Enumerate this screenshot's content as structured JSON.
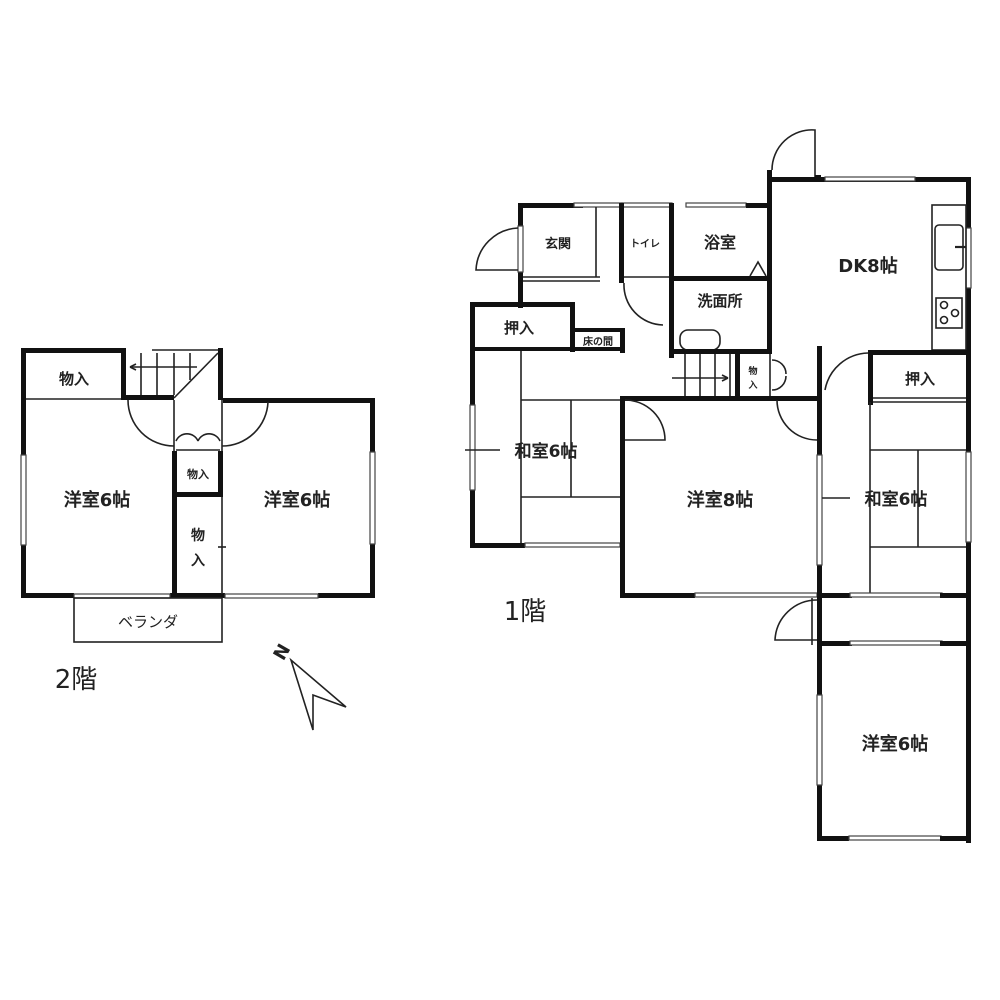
{
  "floor2": {
    "label": "2階",
    "rooms": {
      "storage_top_left": "物入",
      "western_left": "洋室6帖",
      "western_right": "洋室6帖",
      "storage_small": "物入",
      "storage_tall_1": "物",
      "storage_tall_2": "入",
      "veranda": "ベランダ"
    }
  },
  "floor1": {
    "label": "1階",
    "rooms": {
      "entrance": "玄関",
      "toilet": "トイレ",
      "bathroom": "浴室",
      "washroom": "洗面所",
      "dk": "DK8帖",
      "closet_left": "押入",
      "tokonoma": "床の間",
      "storage_small_1": "物",
      "storage_small_2": "入",
      "closet_right": "押入",
      "japanese_left": "和室6帖",
      "western_center": "洋室8帖",
      "japanese_right": "和室6帖",
      "western_bottom": "洋室6帖"
    }
  },
  "compass": {
    "label": "N"
  },
  "colors": {
    "wall": "#111111",
    "line": "#222222",
    "background": "#ffffff"
  }
}
